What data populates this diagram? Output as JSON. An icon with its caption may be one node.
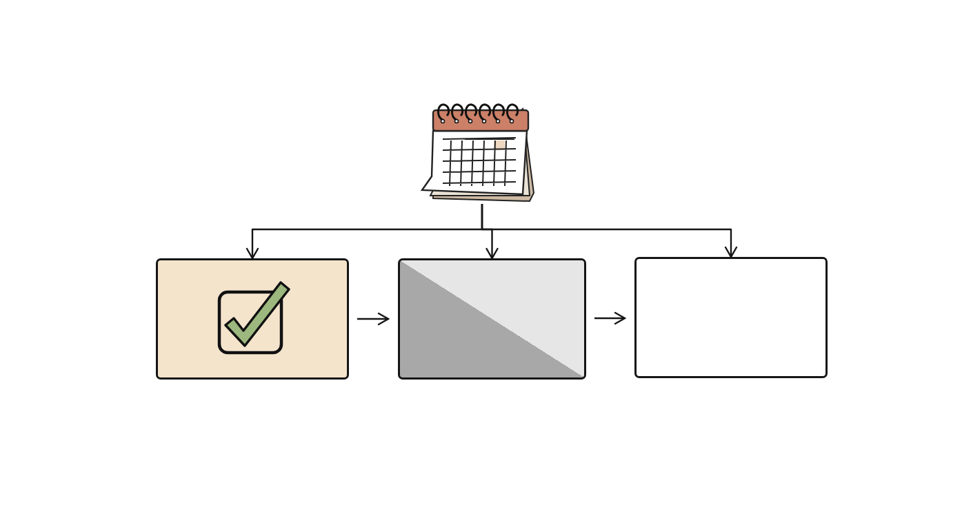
{
  "diagram": {
    "nodes": [
      {
        "text": [],
        "shape": "picture"
      },
      {
        "text": [],
        "shape": "box"
      },
      {
        "text": [],
        "shape": "box"
      },
      {
        "text": [],
        "shape": "box"
      }
    ],
    "edges": [
      {
        "from": 0,
        "to": 1,
        "arrow": "to"
      },
      {
        "from": 0,
        "to": 2,
        "arrow": "to"
      },
      {
        "from": 0,
        "to": 3,
        "arrow": "to"
      },
      {
        "from": 1,
        "to": 2,
        "arrow": "to"
      },
      {
        "from": 2,
        "to": 3,
        "arrow": "to"
      }
    ]
  }
}
